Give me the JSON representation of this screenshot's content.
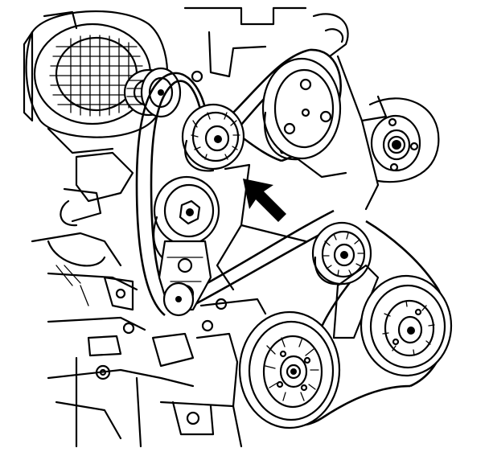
{
  "diagram": {
    "colors": {
      "ink": "#000000",
      "paper": "#ffffff"
    },
    "components": [
      {
        "id": "alternator",
        "icon": "alternator-icon"
      },
      {
        "id": "idler-pulley-upper",
        "icon": "pulley-icon"
      },
      {
        "id": "belt-tensioner",
        "icon": "tensioner-icon"
      },
      {
        "id": "power-steering-pulley",
        "icon": "pulley-icon"
      },
      {
        "id": "water-pump-pulley",
        "icon": "pulley-icon"
      },
      {
        "id": "idler-pulley-lower",
        "icon": "pulley-icon"
      },
      {
        "id": "crankshaft-pulley",
        "icon": "pulley-icon"
      },
      {
        "id": "ac-compressor-pulley",
        "icon": "pulley-icon"
      },
      {
        "id": "drive-belt",
        "icon": "serpentine-belt-icon"
      },
      {
        "id": "direction-arrow",
        "icon": "arrow-icon"
      }
    ]
  }
}
